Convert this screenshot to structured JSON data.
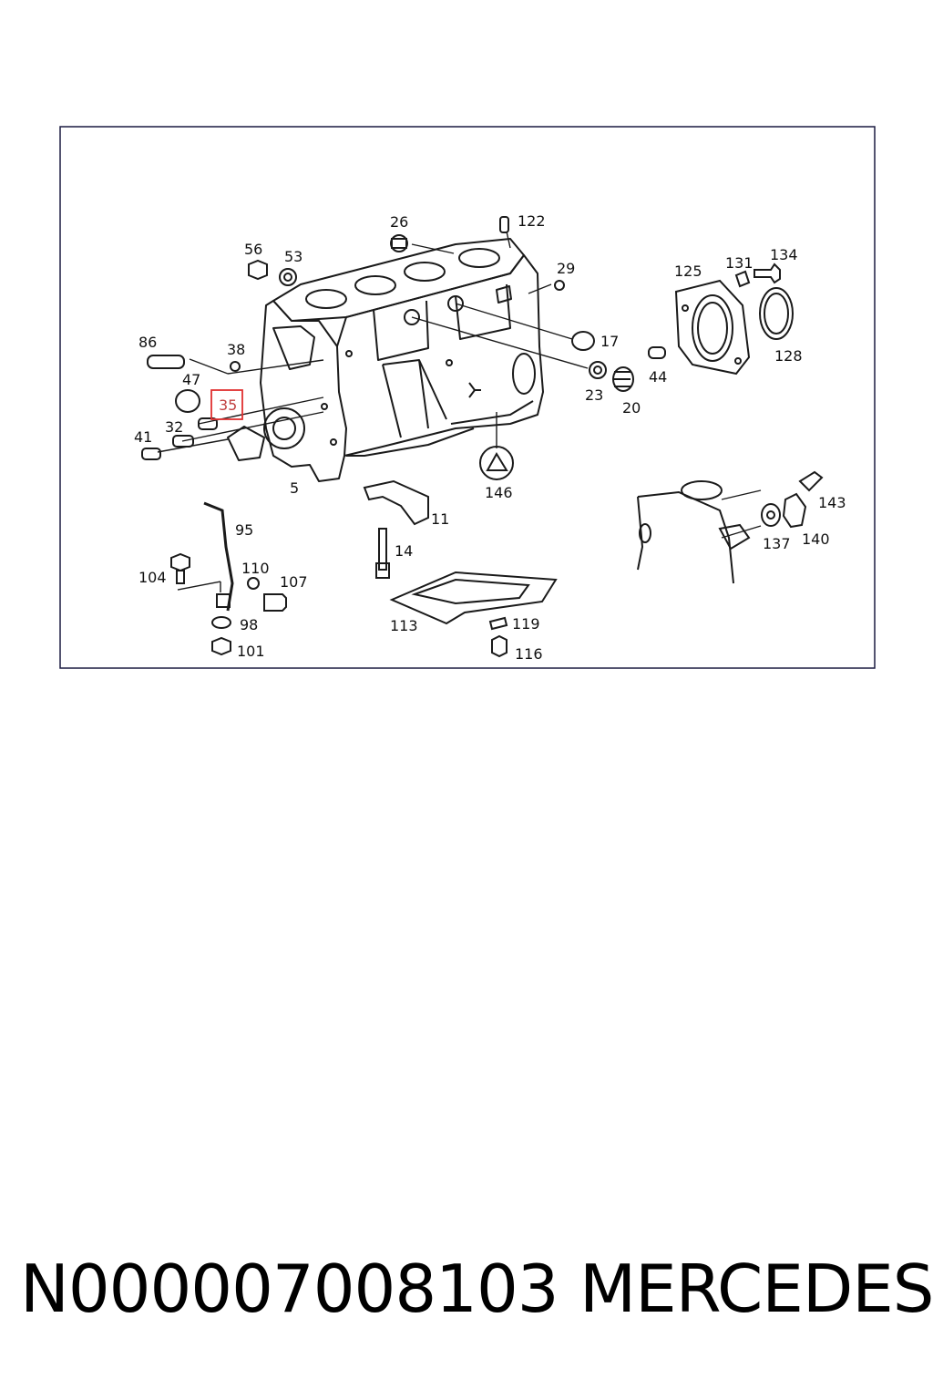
{
  "diagram": {
    "callouts": {
      "c5": "5",
      "c11": "11",
      "c14": "14",
      "c17": "17",
      "c20": "20",
      "c23": "23",
      "c26": "26",
      "c29": "29",
      "c32": "32",
      "c35": "35",
      "c38": "38",
      "c41": "41",
      "c44": "44",
      "c47": "47",
      "c53": "53",
      "c56": "56",
      "c86": "86",
      "c95": "95",
      "c98": "98",
      "c101": "101",
      "c104": "104",
      "c107": "107",
      "c110": "110",
      "c113": "113",
      "c116": "116",
      "c119": "119",
      "c122": "122",
      "c125": "125",
      "c128": "128",
      "c131": "131",
      "c134": "134",
      "c137": "137",
      "c140": "140",
      "c143": "143",
      "c146": "146"
    },
    "highlighted_callout": "35",
    "highlight_color": "#e03030",
    "line_color": "#1a1a1a"
  },
  "caption": {
    "part_number": "N000007008103",
    "brand": "MERCEDES"
  }
}
